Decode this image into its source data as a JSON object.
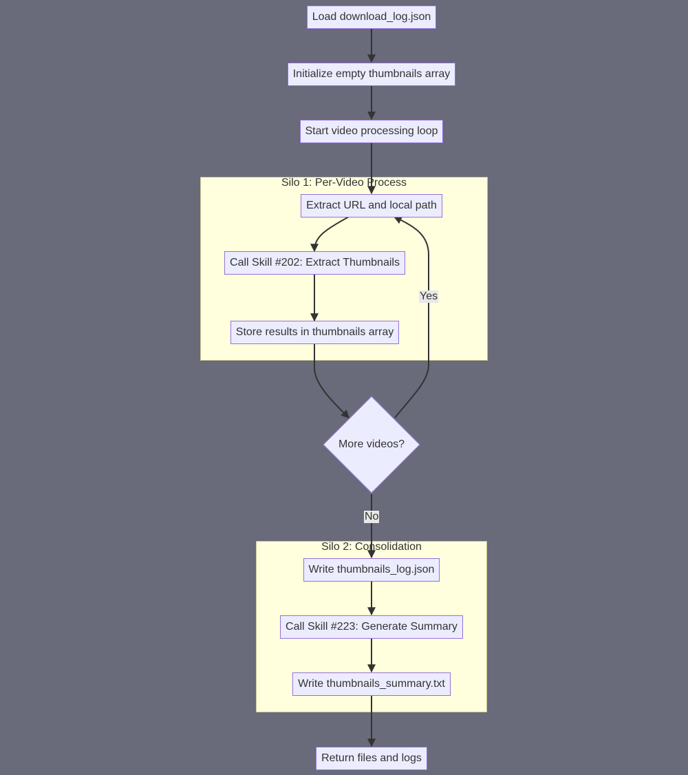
{
  "nodes": {
    "load": "Load download_log.json",
    "init": "Initialize empty thumbnails array",
    "start": "Start video processing loop",
    "extract": "Extract URL and local path",
    "call202": "Call Skill #202: Extract Thumbnails",
    "store": "Store results in thumbnails array",
    "decision": "More videos?",
    "write_log": "Write thumbnails_log.json",
    "call223": "Call Skill #223: Generate Summary",
    "write_summary": "Write thumbnails_summary.txt",
    "ret": "Return files and logs"
  },
  "silos": {
    "silo1": "Silo 1: Per-Video Process",
    "silo2": "Silo 2: Consolidation"
  },
  "edge_labels": {
    "yes": "Yes",
    "no": "No"
  },
  "colors": {
    "background": "#696a7a",
    "node_fill": "#ececff",
    "node_border": "#9370db",
    "silo_fill": "#ffffde",
    "silo_border": "#c9c98f",
    "edge": "#333333"
  }
}
